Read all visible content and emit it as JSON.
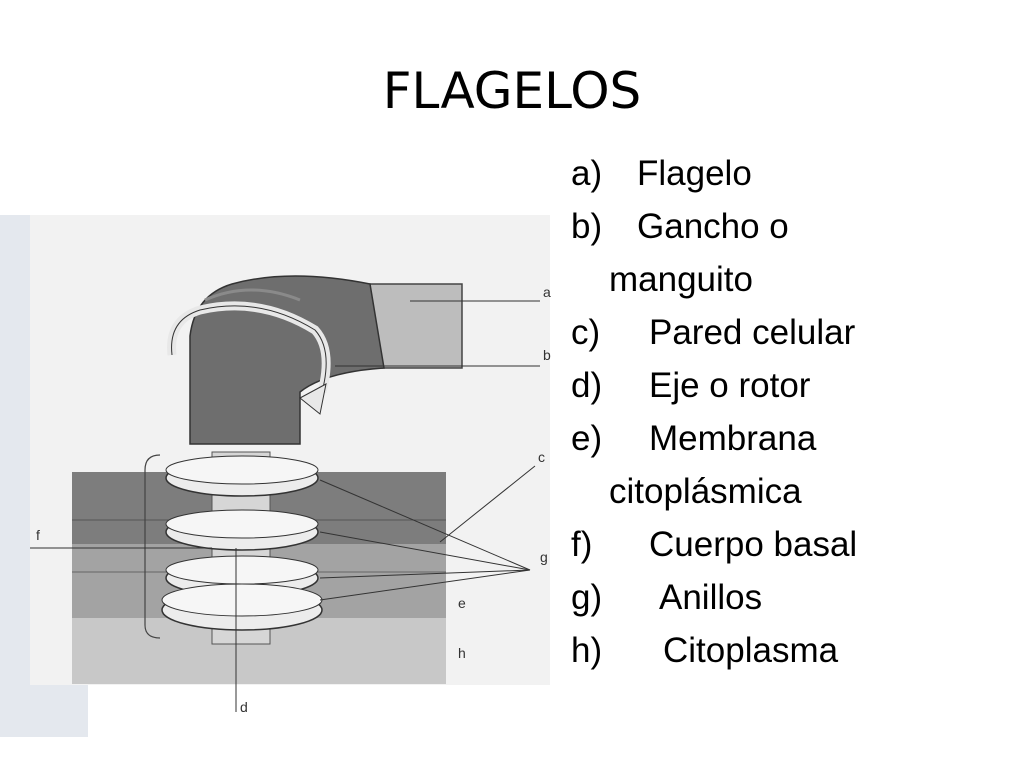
{
  "title": "FLAGELOS",
  "legend": [
    {
      "letter": "a)",
      "text": "Flagelo",
      "cont": ""
    },
    {
      "letter": "b)",
      "text": "Gancho o",
      "cont": "manguito"
    },
    {
      "letter": "c)",
      "text": "Pared celular",
      "cont": ""
    },
    {
      "letter": "d)",
      "text": "Eje o rotor",
      "cont": ""
    },
    {
      "letter": "e)",
      "text": "Membrana",
      "cont": "citoplásmica"
    },
    {
      "letter": "f)",
      "text": "Cuerpo basal",
      "cont": ""
    },
    {
      "letter": "g)",
      "text": "Anillos",
      "cont": ""
    },
    {
      "letter": "h)",
      "text": "Citoplasma",
      "cont": ""
    }
  ],
  "diagram_labels": {
    "a": "a",
    "b": "b",
    "c": "c",
    "d": "d",
    "e": "e",
    "f": "f",
    "g": "g",
    "h": "h"
  },
  "colors": {
    "cell_wall": "#7d7d7d",
    "membrane": "#a3a3a3",
    "cytoplasm": "#c8c8c8",
    "flagellum": "#b9b9b9",
    "hook": "#6e6e6e",
    "ring": "#eeeeee"
  }
}
